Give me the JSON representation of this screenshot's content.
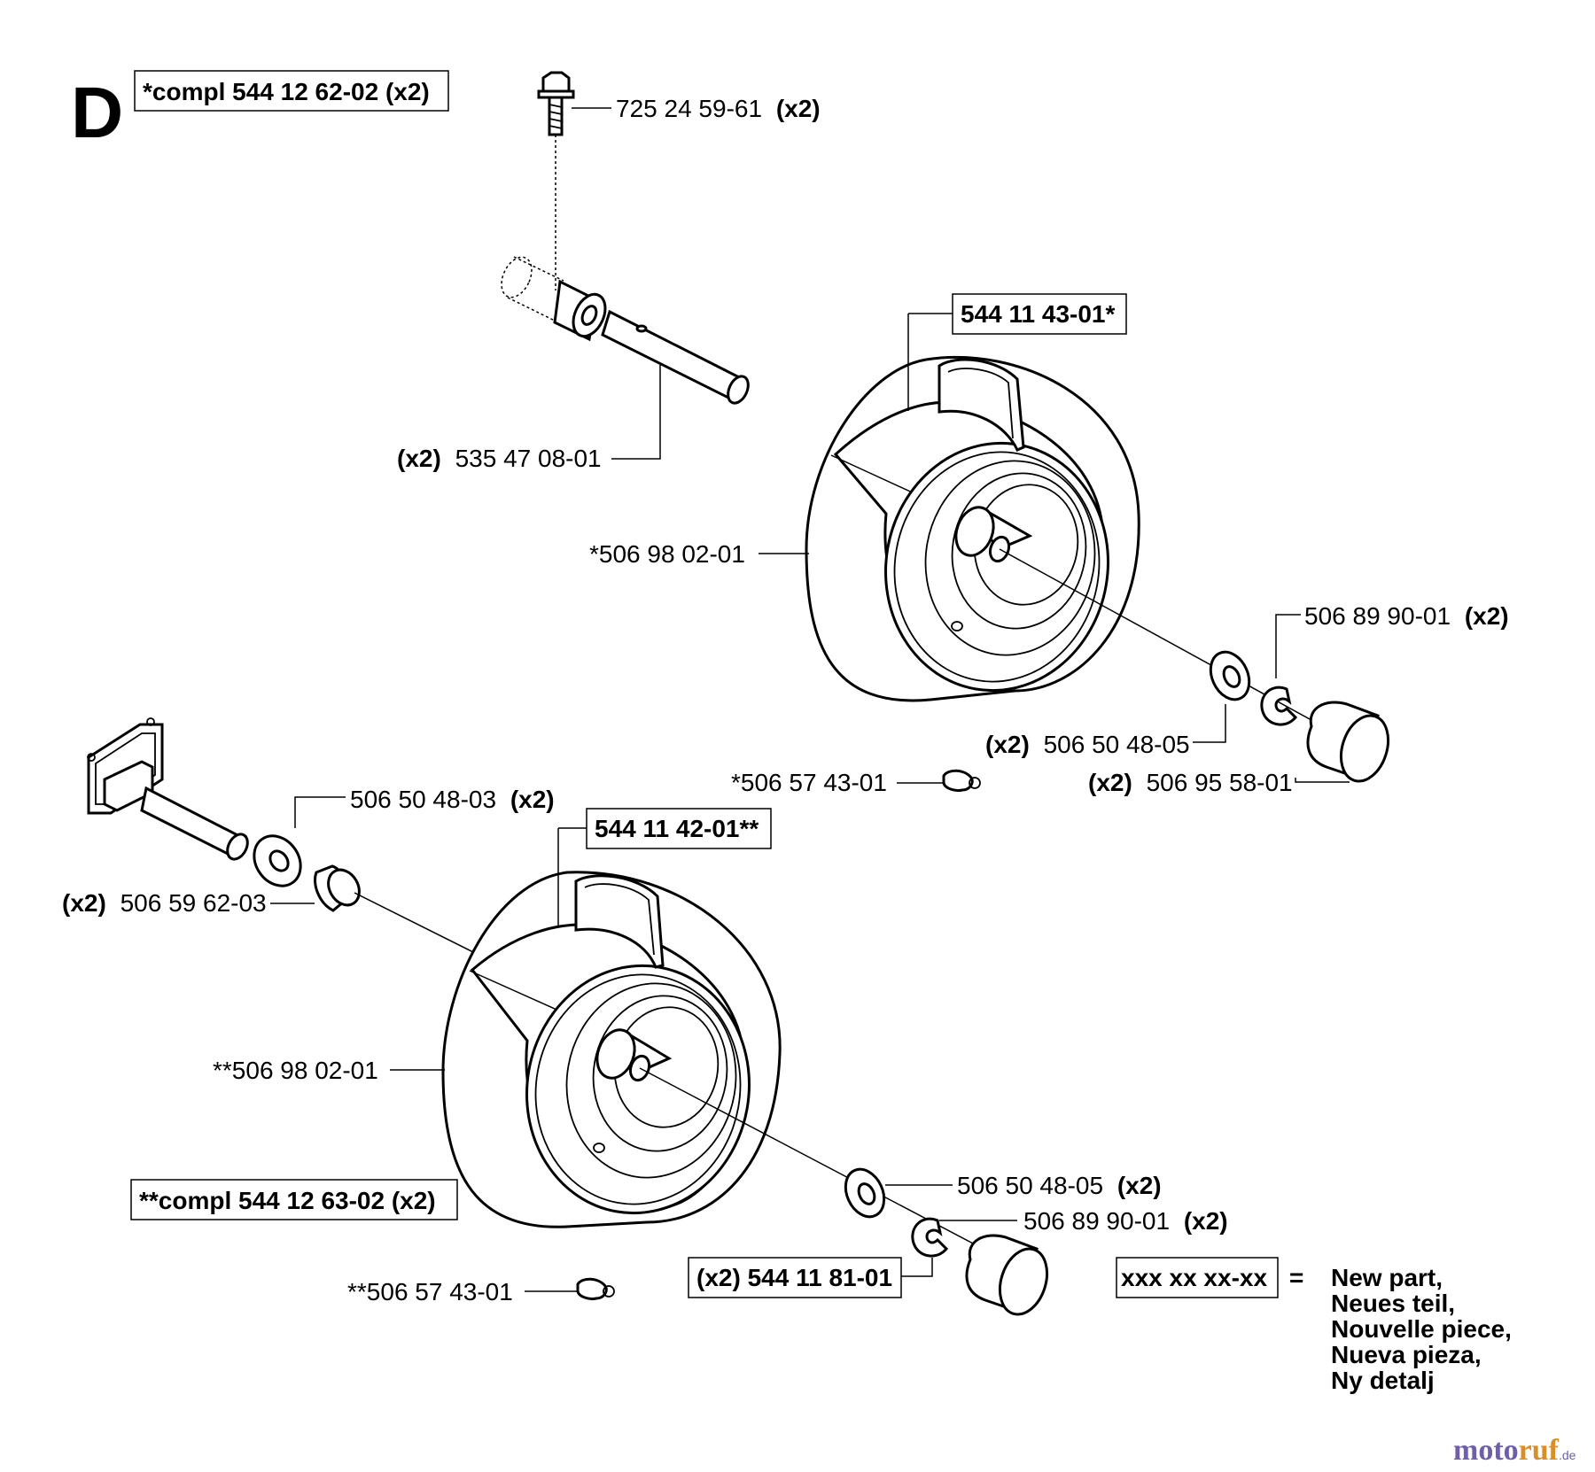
{
  "section_letter": "D",
  "kit_top": "*compl 544 12 62-02 (x2)",
  "kit_bottom": "**compl 544 12 63-02 (x2)",
  "parts": {
    "bolt": {
      "number": "725 24 59-61",
      "qty": "(x2)"
    },
    "axle_pin": {
      "qty": "(x2)",
      "number": "535 47 08-01"
    },
    "wheel_top": "544 11 43-01*",
    "tire_top": "*506 98 02-01",
    "circlip_top": {
      "number": "506 89 90-01",
      "qty": "(x2)"
    },
    "washer_top": {
      "qty": "(x2)",
      "number": "506 50 48-05"
    },
    "grease_nipple_top": "*506 57 43-01",
    "cap_top": {
      "qty": "(x2)",
      "number": "506 95 58-01"
    },
    "washer_axle": {
      "number": "506 50 48-03",
      "qty": "(x2)"
    },
    "bushing": {
      "qty": "(x2)",
      "number": "506 59 62-03"
    },
    "wheel_bottom": "544 11 42-01**",
    "tire_bottom": "**506 98 02-01",
    "washer_bottom": {
      "number": "506 50 48-05",
      "qty": "(x2)"
    },
    "circlip_bottom": {
      "number": "506 89 90-01",
      "qty": "(x2)"
    },
    "cap_bottom": "(x2) 544 11 81-01",
    "grease_nipple_bottom": "**506 57 43-01"
  },
  "legend": {
    "symbol": "xxx xx xx-xx",
    "equals": "=",
    "lines": [
      "New part,",
      "Neues teil,",
      "Nouvelle piece,",
      "Nueva pieza,",
      "Ny detalj"
    ]
  },
  "watermark": {
    "brand_a": "moto",
    "brand_b": "ruf",
    "suffix": ".de"
  }
}
